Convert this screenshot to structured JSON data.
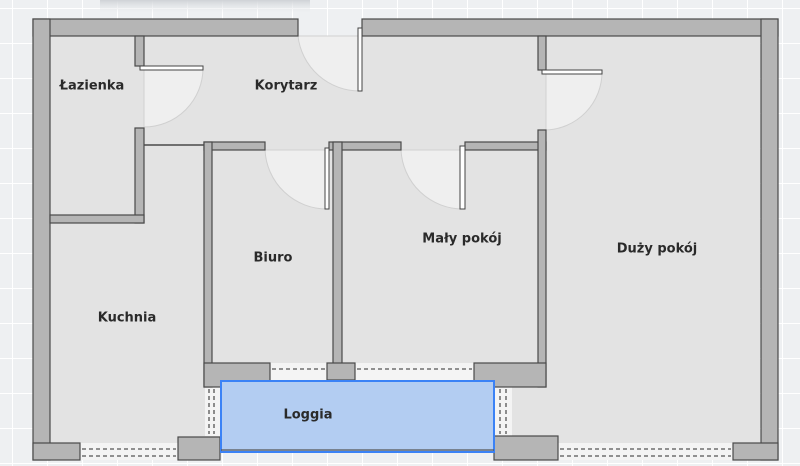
{
  "floor_plan": {
    "rooms": {
      "bathroom": "Łazienka",
      "corridor": "Korytarz",
      "office": "Biuro",
      "small_room": "Mały pokój",
      "large_room": "Duży pokój",
      "kitchen": "Kuchnia",
      "loggia": "Loggia"
    },
    "selected_room": "Loggia",
    "colors": {
      "selection_fill": "#b3cdf2",
      "selection_stroke": "#3b82f6",
      "wall": "#b5b5b5",
      "floor": "#e3e3e3"
    }
  }
}
